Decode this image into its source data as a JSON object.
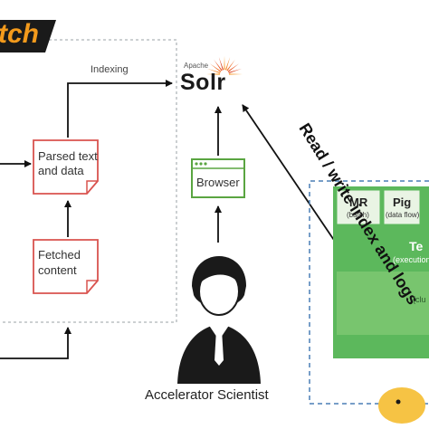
{
  "nutch": {
    "logo_text": "tch"
  },
  "solr": {
    "apache": "Apache",
    "name": "Solr"
  },
  "edges": {
    "indexing": "Indexing",
    "read_write": "Read / write index and logs"
  },
  "cards": {
    "parsed": [
      "Parsed text",
      "and data"
    ],
    "fetched": [
      "Fetched",
      "content"
    ]
  },
  "browser": {
    "label": "Browser"
  },
  "user": {
    "caption": "Accelerator Scientist"
  },
  "hadoop": {
    "mr": {
      "title": "MR",
      "sub": "(batch)"
    },
    "pig": {
      "title": "Pig",
      "sub": "(data flow)"
    },
    "tez": {
      "title": "Te",
      "sub": "(execution"
    },
    "cluster": "(clu"
  },
  "colors": {
    "nutch_orange": "#f39a1c",
    "card_red": "#d9534f",
    "browser_green": "#5aa541",
    "hadoop_green": "#5cb85c",
    "dashed_border": "#4a7fb5",
    "arrow": "#111111"
  }
}
